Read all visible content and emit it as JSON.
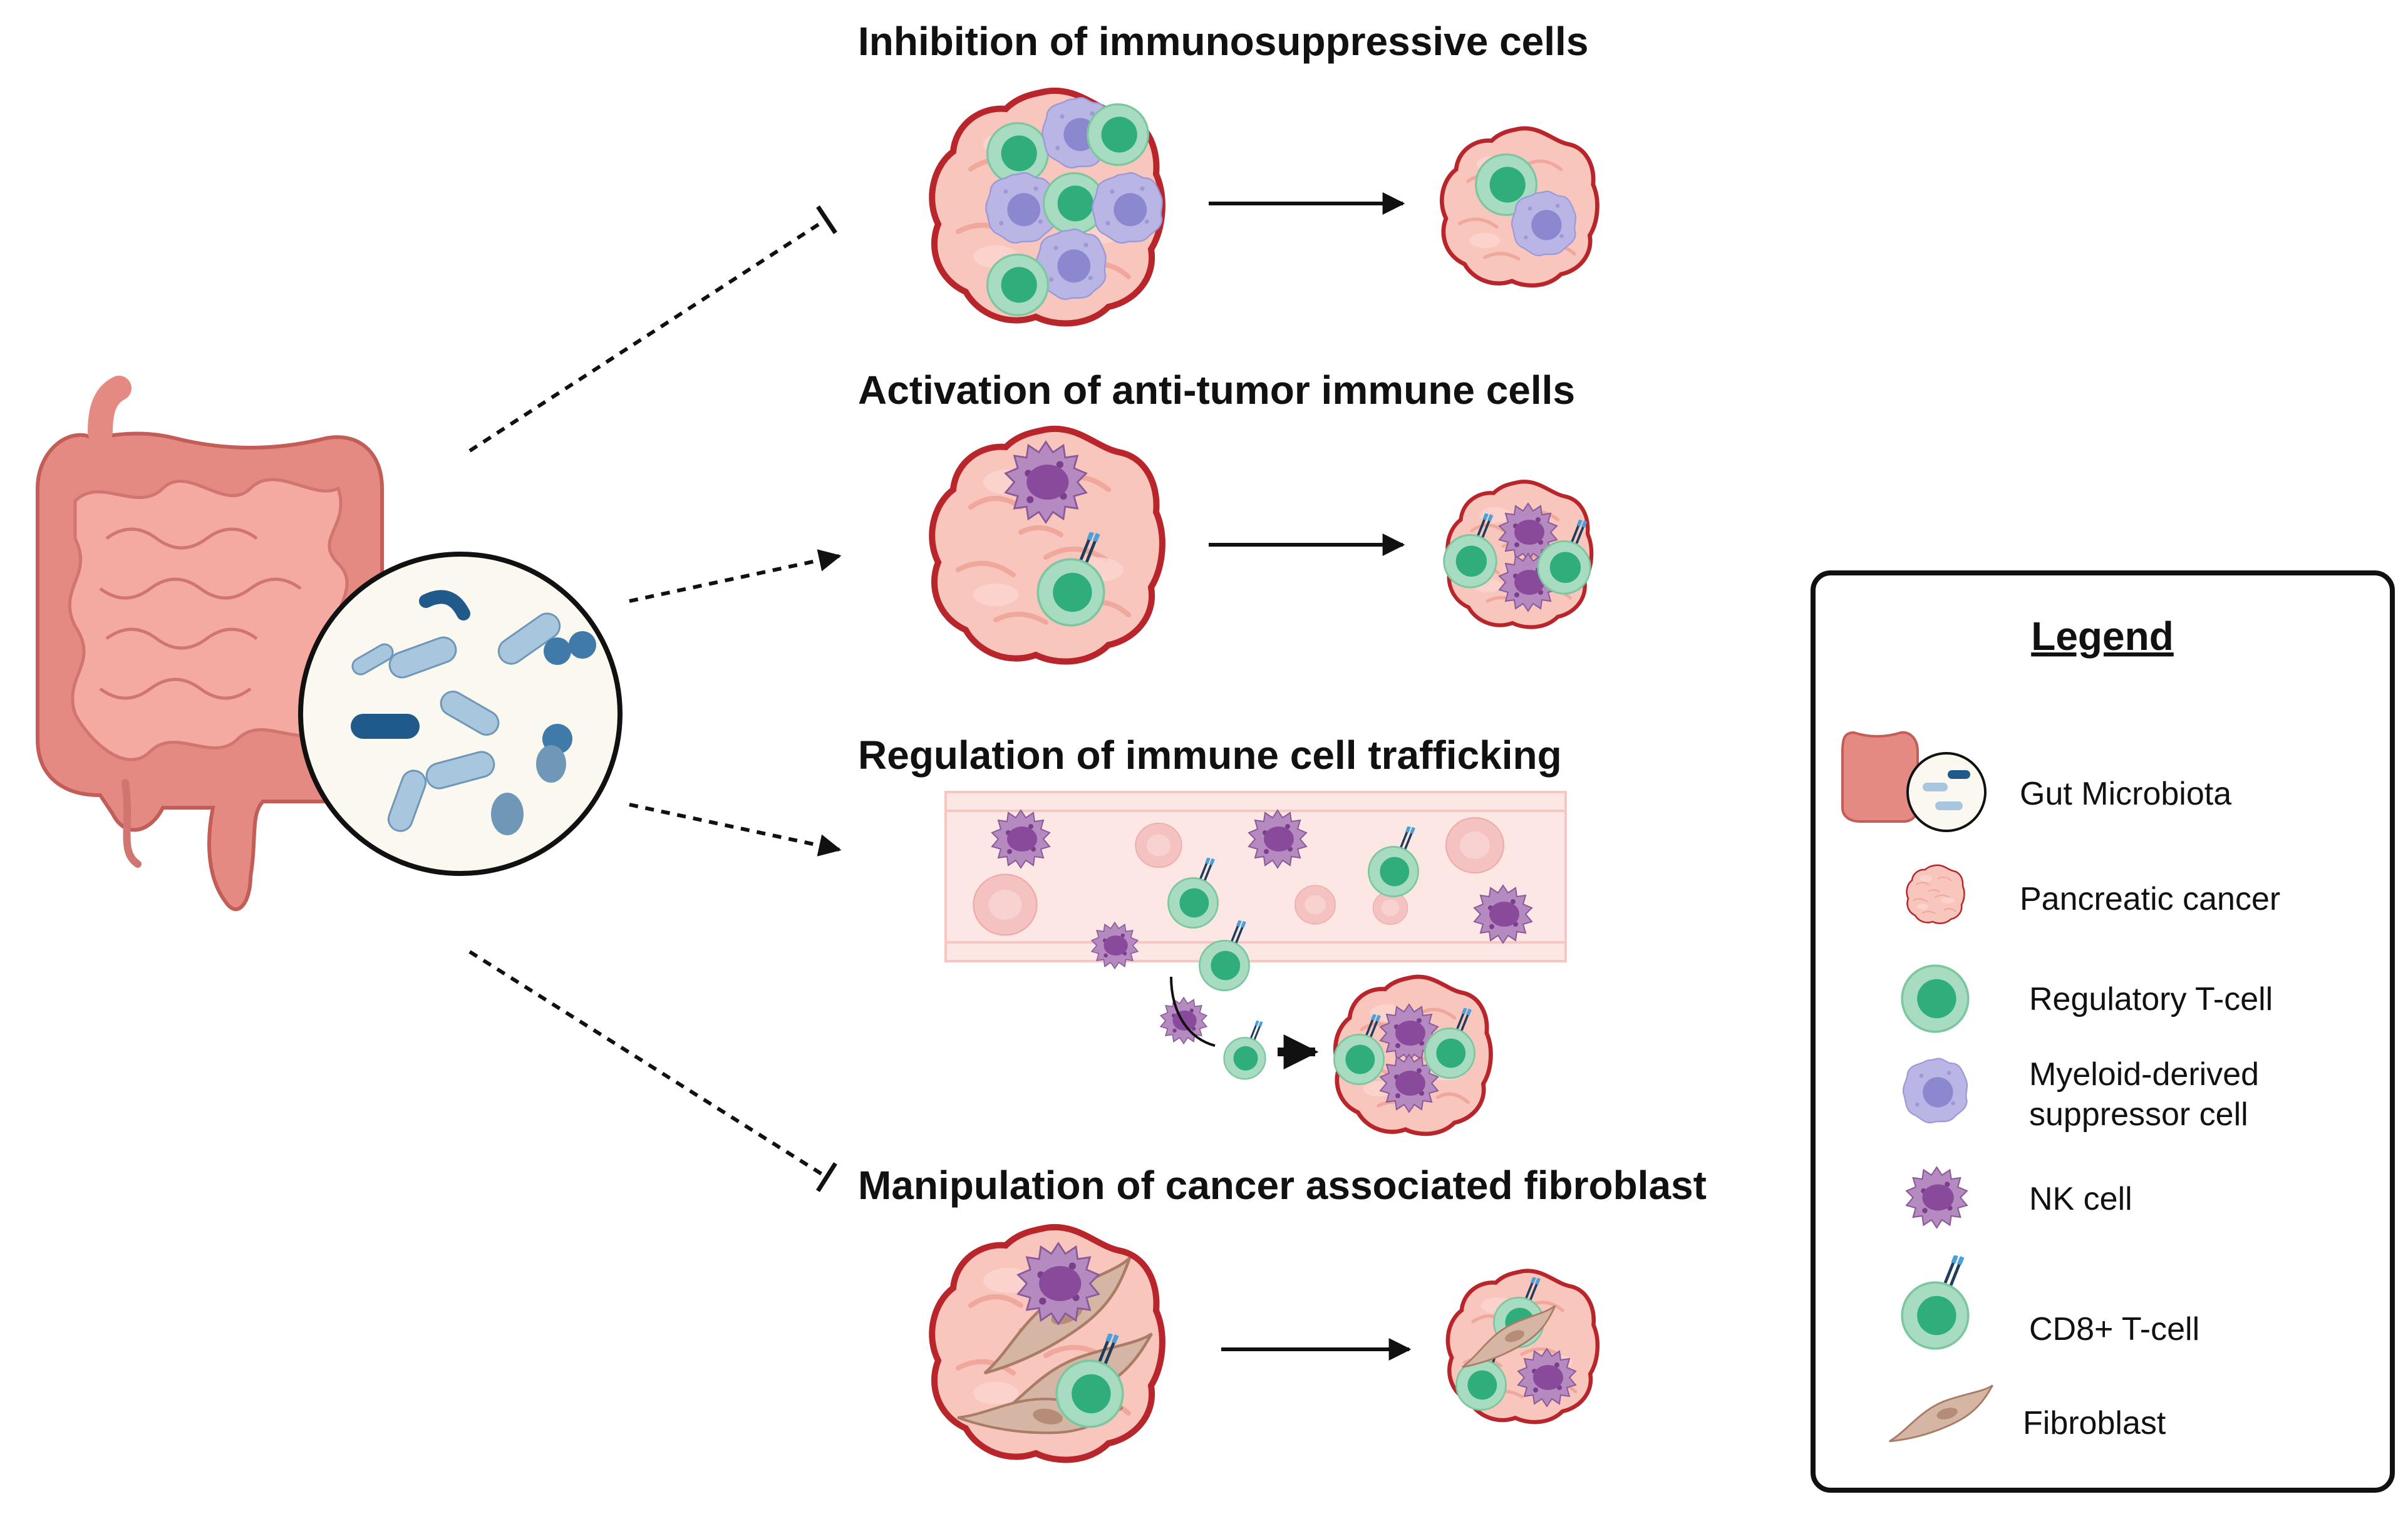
{
  "panels": [
    {
      "title": "Inhibition of immunosuppressive cells",
      "effect": "inhibit"
    },
    {
      "title": "Activation of anti-tumor immune cells",
      "effect": "promote"
    },
    {
      "title": "Regulation of immune cell trafficking",
      "effect": "promote"
    },
    {
      "title": "Manipulation of cancer associated fibroblast",
      "effect": "inhibit"
    }
  ],
  "legend": {
    "title": "Legend",
    "items": [
      {
        "label": "Gut Microbiota",
        "icon": "gut-microbiota-icon"
      },
      {
        "label": "Pancreatic cancer",
        "icon": "pancreatic-cancer-icon"
      },
      {
        "label": "Regulatory T-cell",
        "icon": "regulatory-t-cell-icon"
      },
      {
        "label": "Myeloid-derived",
        "label2": "suppressor cell",
        "icon": "mdsc-icon"
      },
      {
        "label": "NK cell",
        "icon": "nk-cell-icon"
      },
      {
        "label": "CD8+ T-cell",
        "icon": "cd8-t-cell-icon"
      },
      {
        "label": "Fibroblast",
        "icon": "fibroblast-icon"
      }
    ]
  },
  "colors": {
    "tumor_fill": "#f9c6bd",
    "tumor_edge": "#b8252a",
    "treg_outer": "#a8dcc0",
    "treg_inner": "#2fae7c",
    "mdsc_outer": "#b9b6e6",
    "mdsc_inner": "#8c88cf",
    "nk": "#9a5aa8",
    "fibroblast": "#c9a896",
    "gut": "#e48a83",
    "microbe": "#7da9c9"
  }
}
